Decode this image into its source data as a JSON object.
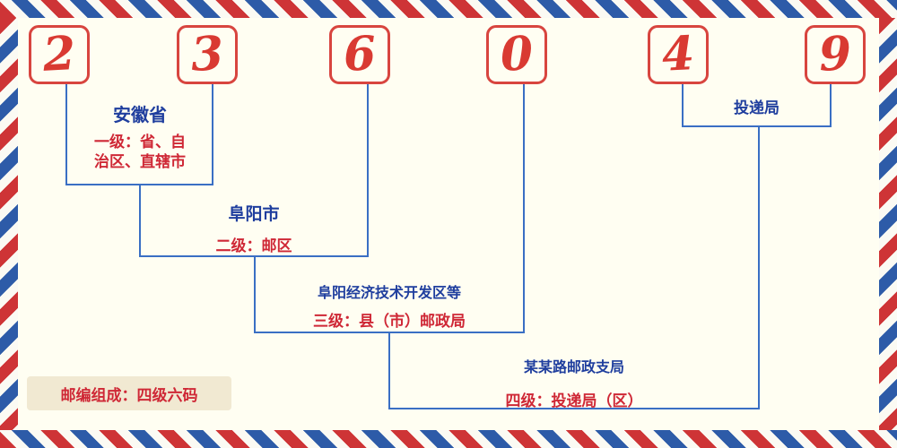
{
  "postal_code": {
    "digits": [
      "2",
      "3",
      "6",
      "0",
      "4",
      "9"
    ]
  },
  "levels": {
    "level1": {
      "name": "安徽省",
      "desc_line1": "一级：省、自",
      "desc_line2": "治区、直辖市"
    },
    "level2": {
      "name": "阜阳市",
      "desc": "二级：邮区"
    },
    "level3": {
      "name": "阜阳经济技术开发区等",
      "desc": "三级：县（市）邮政局"
    },
    "level4": {
      "name": "某某路邮政支局",
      "desc": "四级：投递局（区）"
    },
    "delivery_office": {
      "name": "投递局"
    }
  },
  "footer": {
    "composition_note": "邮编组成：四级六码"
  },
  "colors": {
    "digit_red": "#d93a32",
    "text_red": "#cf2836",
    "text_blue": "#1f3e9e",
    "line_blue": "#3a6fc4",
    "stripe_red": "#ce3436",
    "stripe_blue": "#2d5ba8",
    "background": "#fffef2",
    "footer_bg": "#f1e9d2"
  }
}
